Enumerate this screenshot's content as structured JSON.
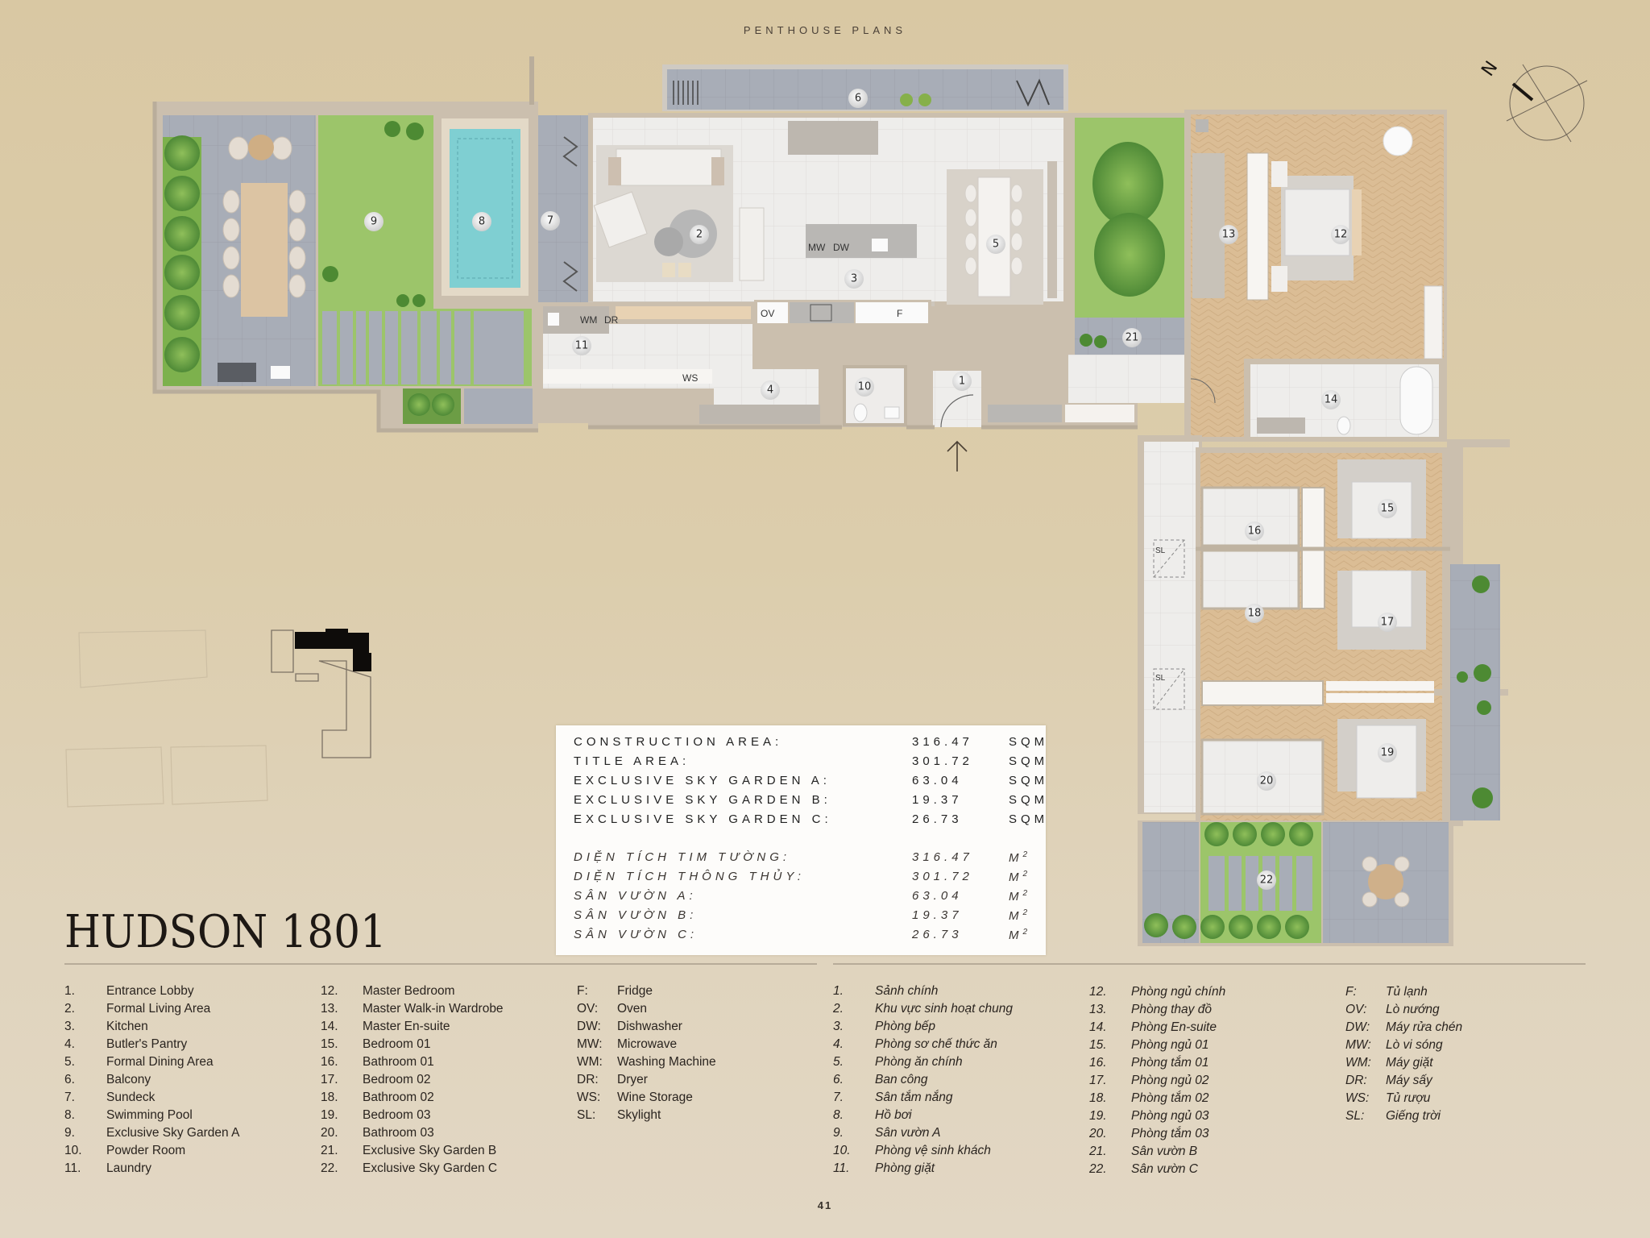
{
  "header": {
    "title": "PENTHOUSE PLANS"
  },
  "unit": {
    "name": "HUDSON 1801"
  },
  "compass": {
    "label": "N"
  },
  "area_table": {
    "english": [
      {
        "label": "CONSTRUCTION AREA:",
        "value": "316.47",
        "unit": "SQM"
      },
      {
        "label": "TITLE AREA:",
        "value": "301.72",
        "unit": "SQM"
      },
      {
        "label": "EXCLUSIVE SKY GARDEN A:",
        "value": "63.04",
        "unit": "SQM"
      },
      {
        "label": "EXCLUSIVE SKY GARDEN B:",
        "value": "19.37",
        "unit": "SQM"
      },
      {
        "label": "EXCLUSIVE SKY GARDEN C:",
        "value": "26.73",
        "unit": "SQM"
      }
    ],
    "vietnamese": [
      {
        "label": "DIỆN TÍCH TIM TƯỜNG:",
        "value": "316.47",
        "unit": "M",
        "sup": "2"
      },
      {
        "label": "DIỆN TÍCH THÔNG THỦY:",
        "value": "301.72",
        "unit": "M",
        "sup": "2"
      },
      {
        "label": "SÂN VƯỜN A:",
        "value": "63.04",
        "unit": "M",
        "sup": "2"
      },
      {
        "label": "SÂN VƯỜN B:",
        "value": "19.37",
        "unit": "M",
        "sup": "2"
      },
      {
        "label": "SÂN VƯỜN C:",
        "value": "26.73",
        "unit": "M",
        "sup": "2"
      }
    ]
  },
  "legend_en": {
    "col1": [
      {
        "k": "1.",
        "v": "Entrance Lobby"
      },
      {
        "k": "2.",
        "v": "Formal Living Area"
      },
      {
        "k": "3.",
        "v": "Kitchen"
      },
      {
        "k": "4.",
        "v": "Butler's Pantry"
      },
      {
        "k": "5.",
        "v": "Formal Dining Area"
      },
      {
        "k": "6.",
        "v": "Balcony"
      },
      {
        "k": "7.",
        "v": "Sundeck"
      },
      {
        "k": "8.",
        "v": "Swimming Pool"
      },
      {
        "k": "9.",
        "v": "Exclusive Sky Garden A"
      },
      {
        "k": "10.",
        "v": "Powder Room"
      },
      {
        "k": "11.",
        "v": "Laundry"
      }
    ],
    "col2": [
      {
        "k": "12.",
        "v": "Master Bedroom"
      },
      {
        "k": "13.",
        "v": "Master Walk-in Wardrobe"
      },
      {
        "k": "14.",
        "v": "Master En-suite"
      },
      {
        "k": "15.",
        "v": "Bedroom 01"
      },
      {
        "k": "16.",
        "v": "Bathroom 01"
      },
      {
        "k": "17.",
        "v": "Bedroom 02"
      },
      {
        "k": "18.",
        "v": "Bathroom 02"
      },
      {
        "k": "19.",
        "v": "Bedroom 03"
      },
      {
        "k": "20.",
        "v": "Bathroom 03"
      },
      {
        "k": "21.",
        "v": "Exclusive Sky Garden B"
      },
      {
        "k": "22.",
        "v": "Exclusive Sky Garden C"
      }
    ],
    "abbr": [
      {
        "k": "F:",
        "v": "Fridge"
      },
      {
        "k": "OV:",
        "v": "Oven"
      },
      {
        "k": "DW:",
        "v": "Dishwasher"
      },
      {
        "k": "MW:",
        "v": "Microwave"
      },
      {
        "k": "WM:",
        "v": "Washing Machine"
      },
      {
        "k": "DR:",
        "v": "Dryer"
      },
      {
        "k": "WS:",
        "v": "Wine Storage"
      },
      {
        "k": "SL:",
        "v": "Skylight"
      }
    ]
  },
  "legend_vn": {
    "col1": [
      {
        "k": "1.",
        "v": "Sảnh chính"
      },
      {
        "k": "2.",
        "v": "Khu vực sinh hoạt chung"
      },
      {
        "k": "3.",
        "v": "Phòng bếp"
      },
      {
        "k": "4.",
        "v": "Phòng sơ chế thức ăn"
      },
      {
        "k": "5.",
        "v": "Phòng ăn chính"
      },
      {
        "k": "6.",
        "v": "Ban công"
      },
      {
        "k": "7.",
        "v": "Sân tắm nắng"
      },
      {
        "k": "8.",
        "v": "Hồ bơi"
      },
      {
        "k": "9.",
        "v": "Sân vườn A"
      },
      {
        "k": "10.",
        "v": "Phòng vệ sinh khách"
      },
      {
        "k": "11.",
        "v": "Phòng giặt"
      }
    ],
    "col2": [
      {
        "k": "12.",
        "v": "Phòng ngủ chính"
      },
      {
        "k": "13.",
        "v": "Phòng thay đồ"
      },
      {
        "k": "14.",
        "v": "Phòng En-suite"
      },
      {
        "k": "15.",
        "v": "Phòng ngủ 01"
      },
      {
        "k": "16.",
        "v": "Phòng tắm 01"
      },
      {
        "k": "17.",
        "v": "Phòng ngủ 02"
      },
      {
        "k": "18.",
        "v": "Phòng tắm 02"
      },
      {
        "k": "19.",
        "v": "Phòng ngủ 03"
      },
      {
        "k": "20.",
        "v": "Phòng tắm 03"
      },
      {
        "k": "21.",
        "v": "Sân vườn B"
      },
      {
        "k": "22.",
        "v": "Sân vườn C"
      }
    ],
    "abbr": [
      {
        "k": "F:",
        "v": "Tủ lạnh"
      },
      {
        "k": "OV:",
        "v": "Lò nướng"
      },
      {
        "k": "DW:",
        "v": "Máy rửa chén"
      },
      {
        "k": "MW:",
        "v": "Lò vi sóng"
      },
      {
        "k": "WM:",
        "v": "Máy giặt"
      },
      {
        "k": "DR:",
        "v": "Máy sấy"
      },
      {
        "k": "WS:",
        "v": "Tủ rượu"
      },
      {
        "k": "SL:",
        "v": "Giếng trời"
      }
    ]
  },
  "plan_labels": {
    "r1": "1",
    "r2": "2",
    "r3": "3",
    "r4": "4",
    "r5": "5",
    "r6": "6",
    "r7": "7",
    "r8": "8",
    "r9": "9",
    "r10": "10",
    "r11": "11",
    "r12": "12",
    "r13": "13",
    "r14": "14",
    "r15": "15",
    "r16": "16",
    "r17": "17",
    "r18": "18",
    "r19": "19",
    "r20": "20",
    "r21": "21",
    "r22": "22",
    "mw": "MW",
    "dw": "DW",
    "ov": "OV",
    "f": "F",
    "wm": "WM",
    "dr": "DR",
    "ws": "WS",
    "sl1": "SL",
    "sl2": "SL"
  },
  "colors": {
    "background": "#dccdac",
    "wall": "#cbbfae",
    "wood_floor": "#d9b98f",
    "marble_floor": "#eeecea",
    "paving": "#a9aeb8",
    "lawn": "#9fc66b",
    "pool": "#7fd0d4",
    "highlight_unit": "#000000"
  },
  "page": {
    "number": "41"
  }
}
